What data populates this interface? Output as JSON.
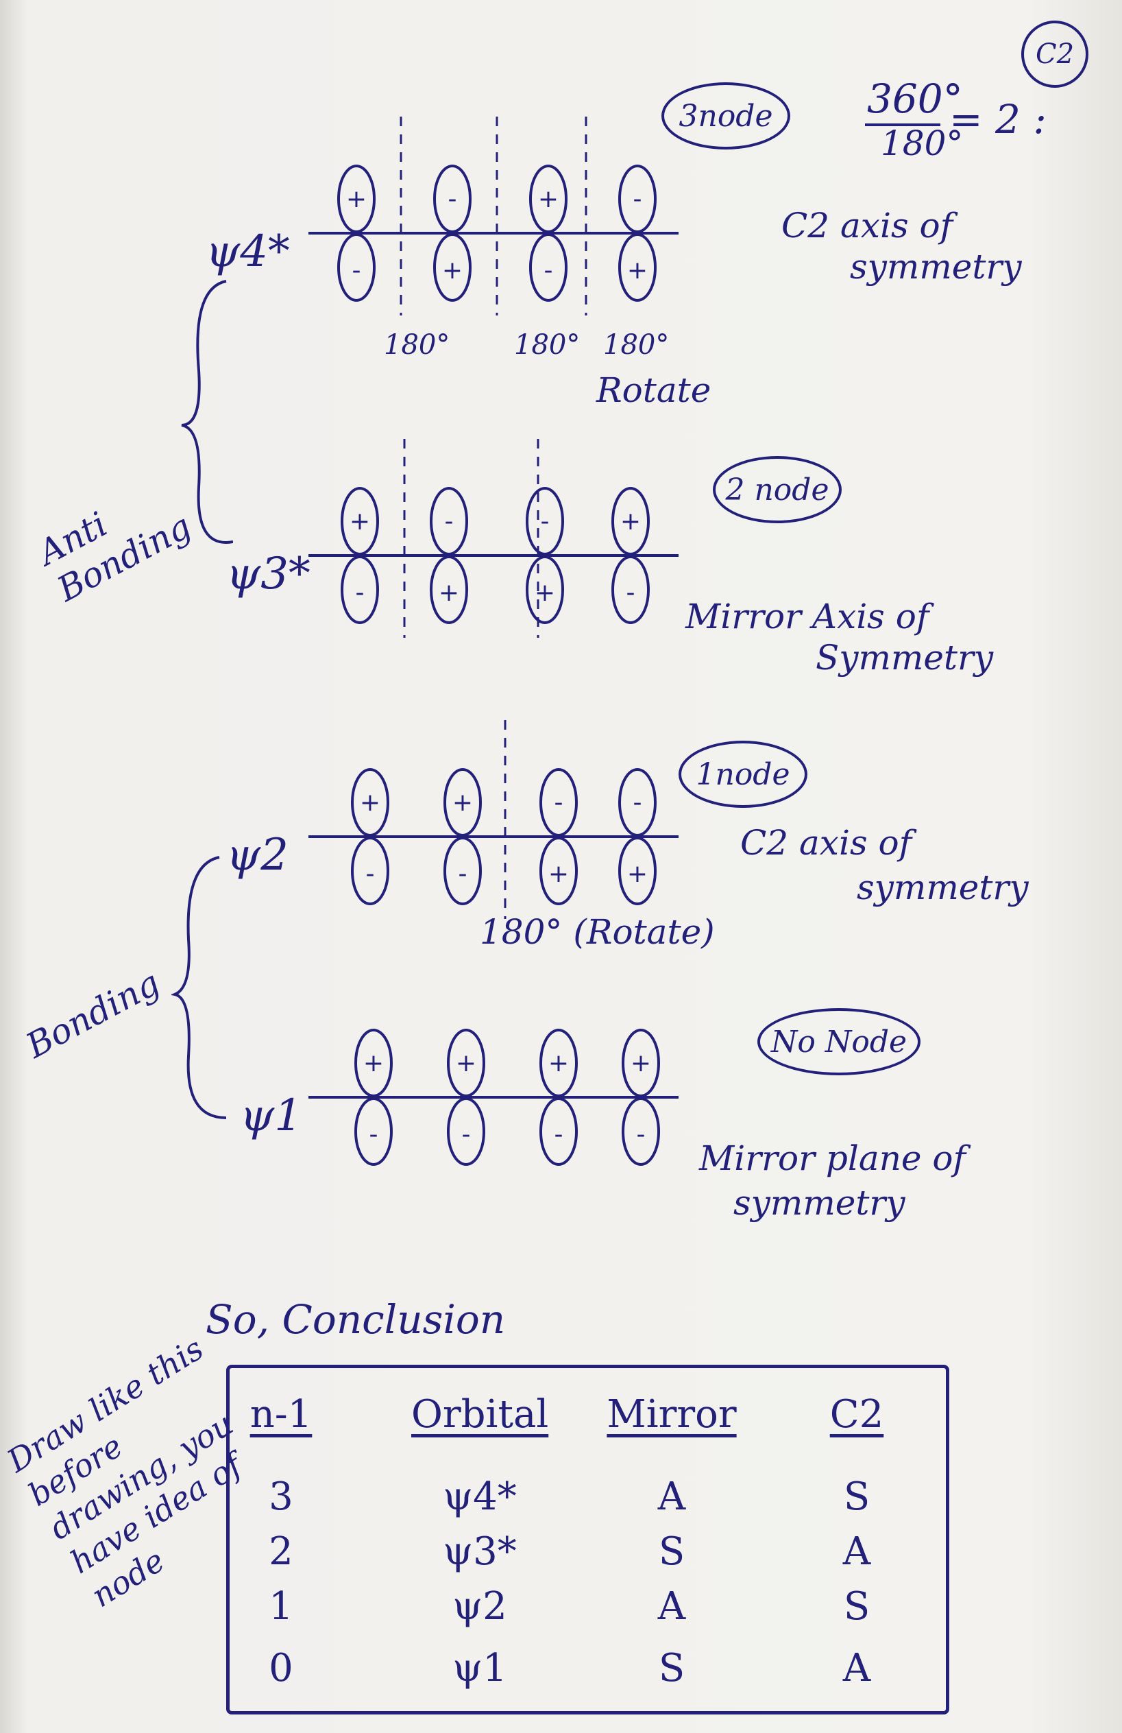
{
  "page": {
    "corner_label": "C2",
    "fraction_num": "360°",
    "fraction_den": "180°",
    "fraction_result": "= 2 :"
  },
  "orbitals": [
    {
      "psi": "ψ4*",
      "tops": [
        "+",
        "-",
        "+",
        "-"
      ],
      "bottoms": [
        "-",
        "+",
        "-",
        "+"
      ],
      "node_note": "3node",
      "symmetry_note_1": "C2 axis of",
      "symmetry_note_2": "symmetry",
      "rotate_labels": [
        "180°",
        "180°",
        "180°"
      ],
      "rotate_text": "Rotate"
    },
    {
      "psi": "ψ3*",
      "tops": [
        "+",
        "-",
        "-",
        "+"
      ],
      "bottoms": [
        "-",
        "+",
        "+",
        "-"
      ],
      "node_note": "2 node",
      "symmetry_note_1": "Mirror Axis of",
      "symmetry_note_2": "Symmetry"
    },
    {
      "psi": "ψ2",
      "tops": [
        "+",
        "+",
        "-",
        "-"
      ],
      "bottoms": [
        "-",
        "-",
        "+",
        "+"
      ],
      "node_note": "1node",
      "symmetry_note_1": "C2 axis of",
      "symmetry_note_2": "symmetry",
      "rotate_text": "180° (Rotate)"
    },
    {
      "psi": "ψ1",
      "tops": [
        "+",
        "+",
        "+",
        "+"
      ],
      "bottoms": [
        "-",
        "-",
        "-",
        "-"
      ],
      "node_note": "No Node",
      "symmetry_note_1": "Mirror plane of",
      "symmetry_note_2": "symmetry"
    }
  ],
  "groups": {
    "antibonding": "Anti Bonding",
    "bonding": "Bonding"
  },
  "conclusion": "So, Conclusion",
  "table": {
    "headers": [
      "n-1",
      "Orbital",
      "Mirror",
      "C2"
    ],
    "rows": [
      [
        "3",
        "ψ4*",
        "A",
        "S"
      ],
      [
        "2",
        "ψ3*",
        "S",
        "A"
      ],
      [
        "1",
        "ψ2",
        "A",
        "S"
      ],
      [
        "0",
        "ψ1",
        "S",
        "A"
      ]
    ]
  },
  "side_note": "Draw like this before drawing, you have idea of node",
  "ink_color": "#23207a"
}
